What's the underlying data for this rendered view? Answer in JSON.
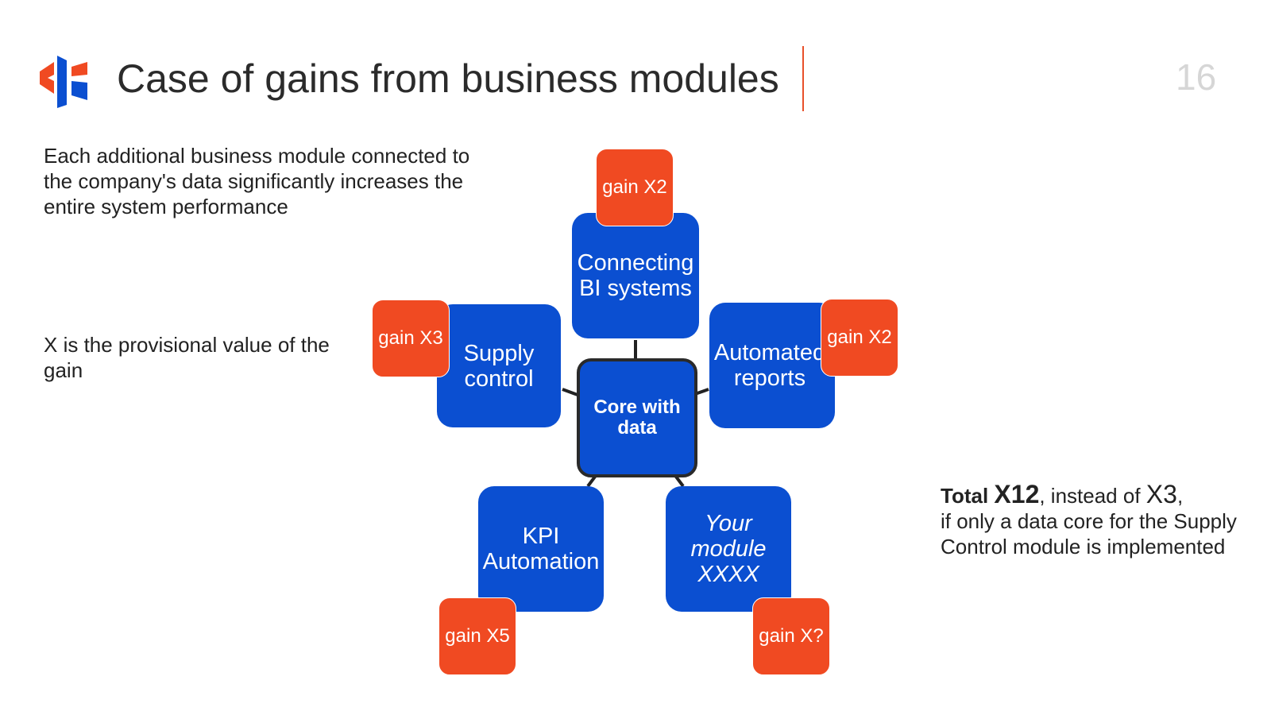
{
  "header": {
    "title": "Case of gains from business modules",
    "page_number": "16",
    "logo_icon": "brand-logo-icon"
  },
  "text": {
    "intro": "Each additional business module connected to the company's data significantly increases the entire system performance",
    "note": "X is the provisional value of the gain",
    "total_label": "Total",
    "total_value": "X12",
    "total_mid": ", instead of",
    "total_compare": "X3",
    "total_end": ",",
    "total_rest": "if only a data core for the Supply Control module is implemented"
  },
  "diagram": {
    "core": "Core with data",
    "modules": {
      "bi": "Connecting BI systems",
      "supply": "Supply control",
      "reports": "Automated reports",
      "kpi": "KPI Automation",
      "your": "Your module XXXX"
    },
    "gains": {
      "bi": "gain X2",
      "supply": "gain X3",
      "reports": "gain X2",
      "kpi": "gain X5",
      "your": "gain X?"
    }
  },
  "colors": {
    "module_blue": "#0b4fd1",
    "gain_orange": "#f04a22",
    "accent_rule": "#e8502a"
  }
}
